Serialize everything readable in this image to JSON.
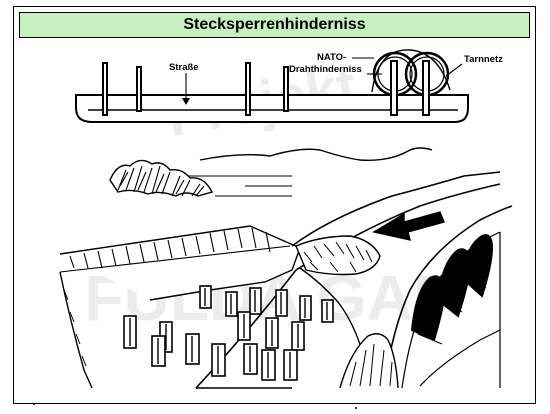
{
  "title": "Stecksperrenhinderniss",
  "labels": {
    "strasse": "Straße",
    "nato_line1": "NATO-",
    "nato_line2": "Drahthinderniss",
    "tarnnetz": "Tarnnetz"
  },
  "watermark": {
    "line1": "Projekt",
    "line2": "FULDA GAP"
  },
  "colors": {
    "title_background": "#c6f0c0",
    "ink": "#000000",
    "paper": "#ffffff",
    "watermark": "#ececec"
  }
}
